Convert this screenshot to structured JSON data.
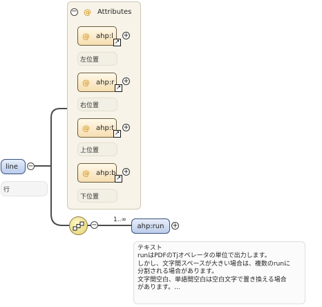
{
  "diagram": {
    "attributes_panel": {
      "title": "Attributes"
    },
    "attributes": [
      {
        "name": "ahp:l",
        "doc": "左位置"
      },
      {
        "name": "ahp:r",
        "doc": "右位置"
      },
      {
        "name": "ahp:t",
        "doc": "上位置"
      },
      {
        "name": "ahp:b",
        "doc": "下位置"
      }
    ],
    "root_element": {
      "name": "line",
      "doc": "行"
    },
    "child_element": {
      "name": "ahp:run",
      "multiplicity": "1..∞",
      "doc_lines": [
        "テキスト",
        "runはPDFのTjオペレータの単位で出力します。",
        " しかし、文字間スペースが大きい場合は、複数のrunに",
        "分割される場合があります。",
        "文字間空白、単語間空白は空白文字で置き換える場合",
        "があります。..."
      ]
    },
    "colors": {
      "attribute_fill": "#f6deb0",
      "element_fill": "#bccdea",
      "panel_fill": "#f7f3e8",
      "connector": "#4a4a4a"
    }
  }
}
